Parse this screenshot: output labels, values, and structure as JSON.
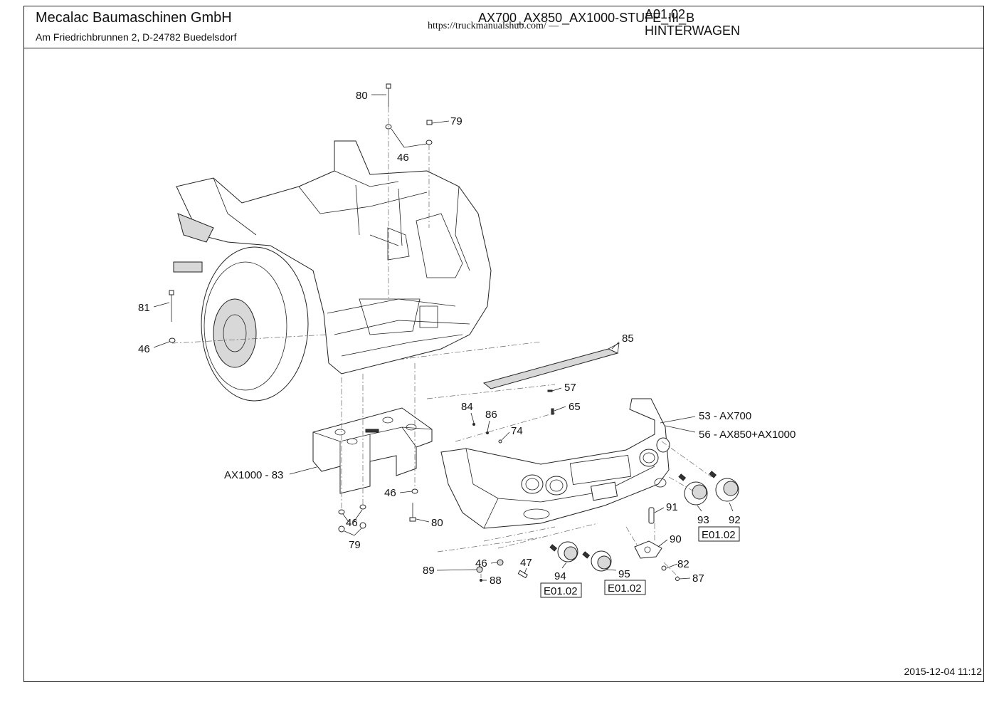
{
  "header": {
    "company": "Mecalac Baumaschinen GmbH",
    "address": "Am Friedrichbrunnen 2,  D-24782 Buedelsdorf",
    "url": "https://truckmanualshub.com/ —",
    "model": "AX700_AX850_AX1000-STUFE_III_B",
    "sheet_number": "A01.02",
    "section_title": "HINTERWAGEN"
  },
  "footer": {
    "timestamp": "2015-12-04 11:12"
  },
  "callouts": {
    "c80_top": "80",
    "c79_top": "79",
    "c46_top": "46",
    "c81": "81",
    "c46_left": "46",
    "c85": "85",
    "c57": "57",
    "c65": "65",
    "c84": "84",
    "c86": "86",
    "c74": "74",
    "c53": "53 - AX700",
    "c56": "56 - AX850+AX1000",
    "c83": "AX1000 - 83",
    "c46_mid": "46",
    "c80_mid": "80",
    "c46_bot": "46",
    "c79_bot": "79",
    "c91": "91",
    "c93": "93",
    "c92": "92",
    "c90": "90",
    "c82": "82",
    "c87": "87",
    "c89": "89",
    "c46_b2": "46",
    "c47": "47",
    "c88": "88",
    "c94": "94",
    "c95": "95"
  },
  "references": {
    "ref_a": "E01.02",
    "ref_b": "E01.02",
    "ref_c": "E01.02"
  }
}
